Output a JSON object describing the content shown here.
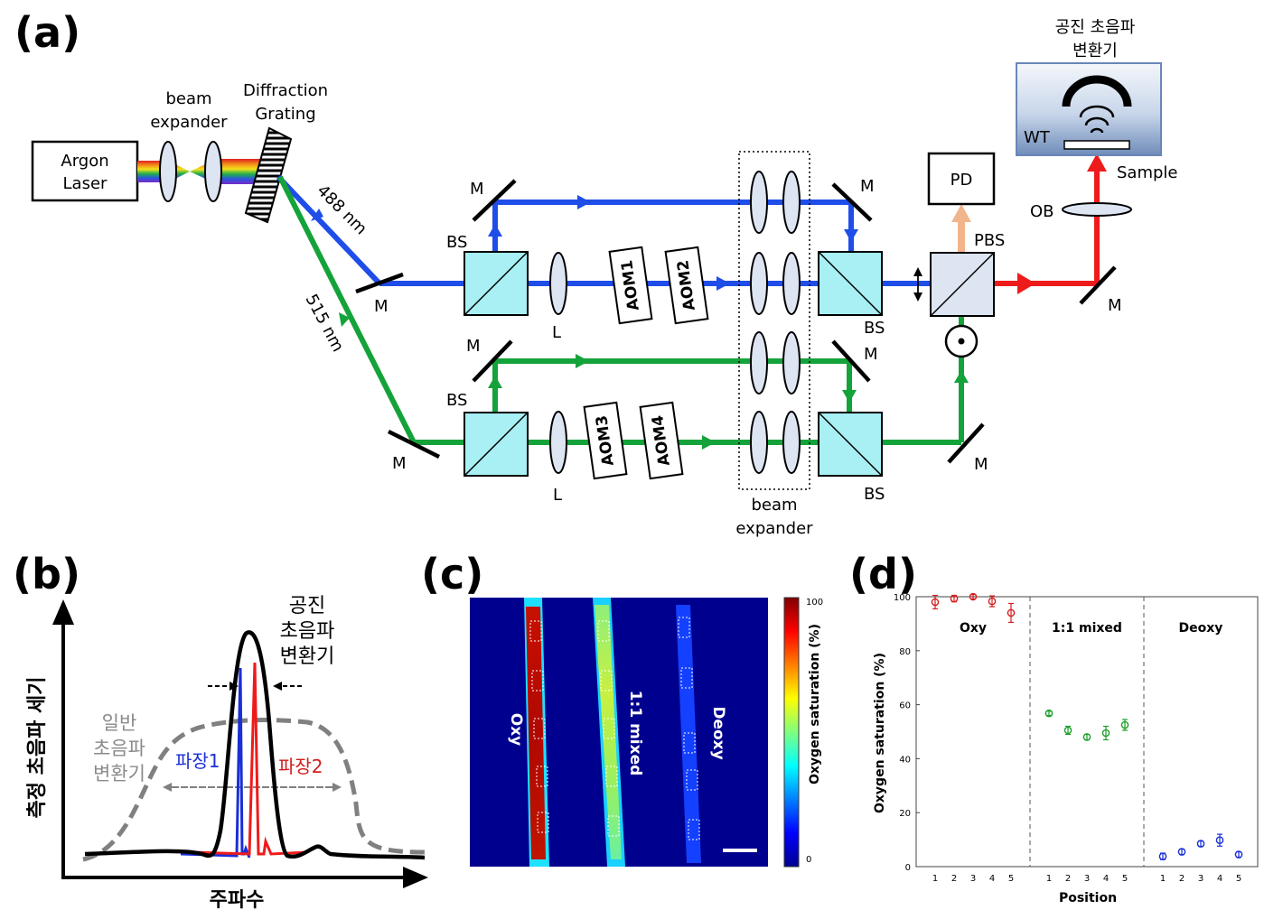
{
  "panel_labels": {
    "a": "(a)",
    "b": "(b)",
    "c": "(c)",
    "d": "(d)"
  },
  "colors": {
    "blue_beam": "#1f4de8",
    "green_beam": "#14a33a",
    "red_beam": "#ee1b1b",
    "pd_beam": "#f2b48a",
    "optic_fill": "#dde4f2",
    "cube_fill": "#a8f0f4"
  },
  "panel_a": {
    "argon_laser": [
      "Argon",
      "Laser"
    ],
    "beam_expander_top": [
      "beam",
      "expander"
    ],
    "diffraction_grating": [
      "Diffraction",
      "Grating"
    ],
    "wl_488": "488 nm",
    "wl_515": "515 nm",
    "mirror": "M",
    "beam_splitter": "BS",
    "lens": "L",
    "aom1": "AOM1",
    "aom2": "AOM2",
    "aom3": "AOM3",
    "aom4": "AOM4",
    "beam_expander_bottom": [
      "beam",
      "expander"
    ],
    "pd": "PD",
    "pbs": "PBS",
    "ob": "OB",
    "sample": "Sample",
    "wt": "WT",
    "transducer_title": [
      "공진 초음파",
      "변환기"
    ]
  },
  "panel_b": {
    "ylabel": "측정 초음파 세기",
    "xlabel": "주파수",
    "resonant_label": [
      "공진",
      "초음파",
      "변환기"
    ],
    "general_label": [
      "일반",
      "초음파",
      "변환기"
    ],
    "wavelength1": "파장1",
    "wavelength2": "파장2"
  },
  "panel_c": {
    "vessel_labels": [
      "Oxy",
      "1:1 mixed",
      "Deoxy"
    ],
    "colorbar_label": "Oxygen saturation (%)",
    "colorbar_max": "100",
    "colorbar_min": "0"
  },
  "chart_data": {
    "type": "scatter",
    "xlabel": "Position",
    "ylabel": "Oxygen saturation (%)",
    "ylim": [
      0,
      100
    ],
    "yticks": [
      0,
      20,
      40,
      60,
      80,
      100
    ],
    "x": [
      1,
      2,
      3,
      4,
      5
    ],
    "groups": [
      {
        "label": "Oxy",
        "color": "#d62020",
        "values": [
          98,
          99.3,
          100,
          98.3,
          94
        ],
        "errors": [
          2.5,
          1.2,
          0.8,
          2,
          3.5
        ]
      },
      {
        "label": "1:1 mixed",
        "color": "#1e9e2a",
        "values": [
          56.8,
          50.5,
          48,
          49.5,
          52.5
        ],
        "errors": [
          0.8,
          1.5,
          1,
          2.5,
          2
        ]
      },
      {
        "label": "Deoxy",
        "color": "#1a2fd6",
        "values": [
          3.8,
          5.5,
          8.5,
          9.8,
          4.5
        ],
        "errors": [
          1.2,
          1,
          1,
          2.2,
          1
        ]
      }
    ]
  }
}
